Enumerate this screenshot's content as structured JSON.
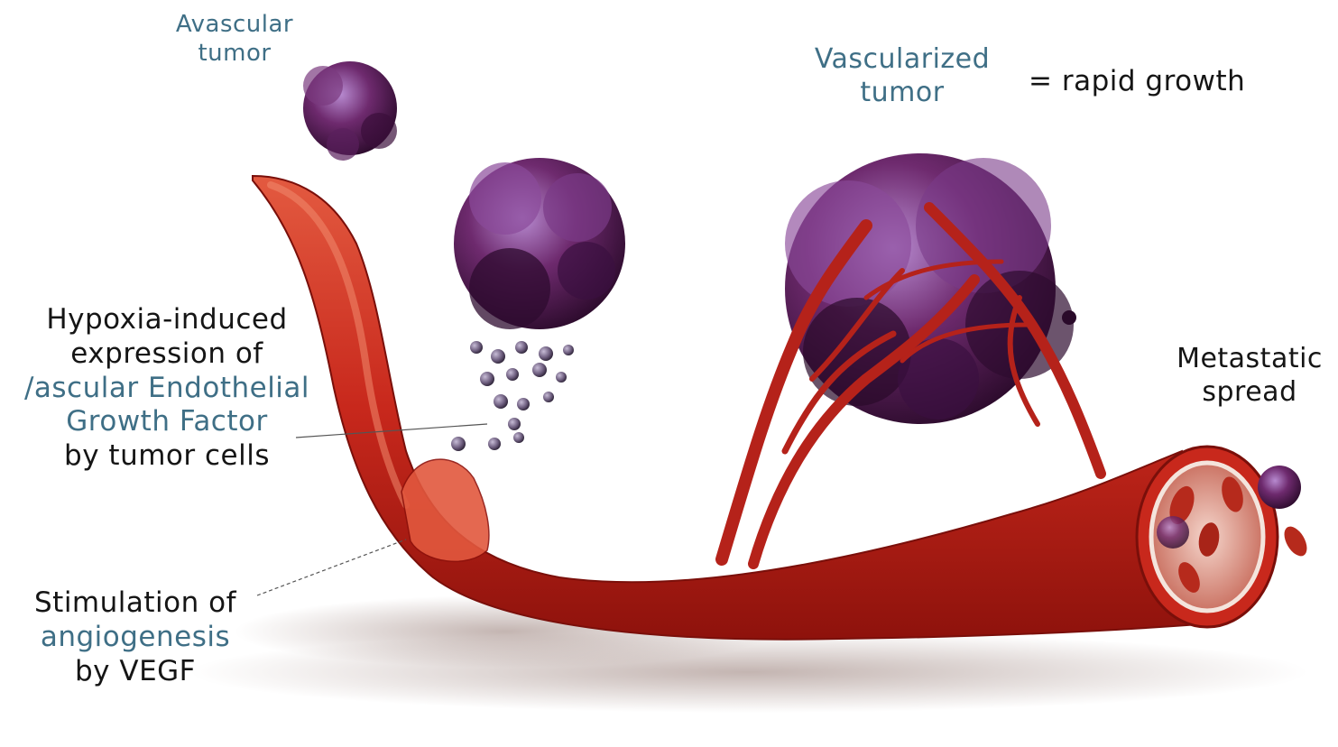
{
  "colors": {
    "vessel": "#c8281c",
    "vessel_dark": "#8e120c",
    "vessel_light": "#e35a40",
    "tumor": "#6e2a6e",
    "tumor_dark": "#2a0a2a",
    "tumor_light": "#b78ad0",
    "label_blue": "#3f6f86",
    "label_black": "#151515"
  },
  "labels": {
    "avascular": {
      "line1": "Avascular",
      "line2": "tumor"
    },
    "vascularized": {
      "line1": "Vascularized",
      "line2": "tumor"
    },
    "rapid_growth": "= rapid growth",
    "hypoxia": {
      "line1": "Hypoxia-induced",
      "line2": "expression of",
      "line3": "/ascular Endothelial",
      "line4": "Growth Factor",
      "line5": "by tumor cells"
    },
    "metastatic": {
      "line1": "Metastatic",
      "line2": "spread"
    },
    "stimulation": {
      "line1": "Stimulation of",
      "line2": "angiogenesis",
      "line3": "by VEGF"
    }
  }
}
